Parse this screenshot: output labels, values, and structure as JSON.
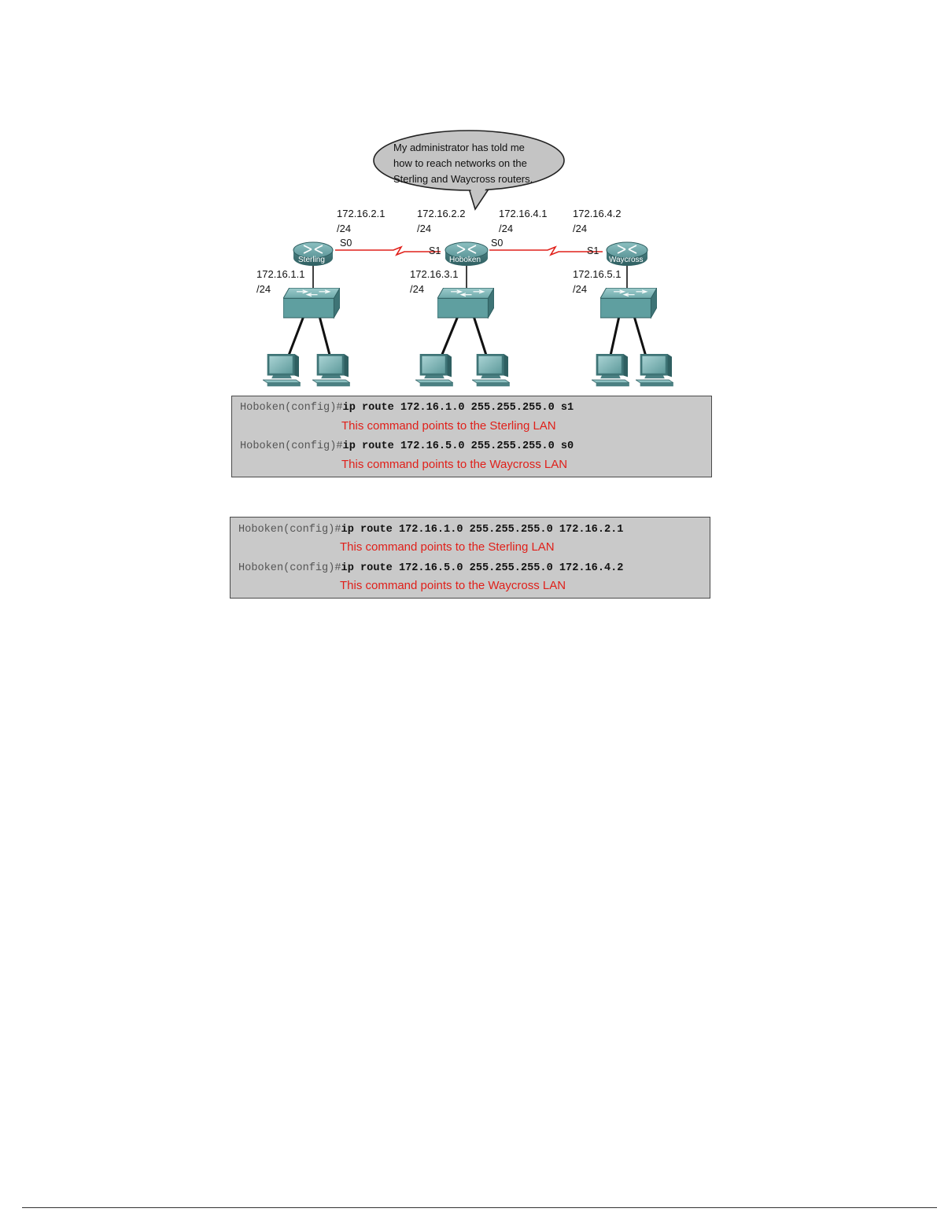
{
  "bubble": {
    "line1": "My administrator has told me",
    "line2": "how to reach networks on the",
    "line3": "Sterling and Waycross routers."
  },
  "routers": {
    "sterling": "Sterling",
    "hoboken": "Hoboken",
    "waycross": "Waycross"
  },
  "addresses": {
    "sterling_s0_ip": "172.16.2.1",
    "sterling_s0_mask": "/24",
    "hoboken_s1_ip": "172.16.2.2",
    "hoboken_s1_mask": "/24",
    "hoboken_s0_ip": "172.16.4.1",
    "hoboken_s0_mask": "/24",
    "waycross_s1_ip": "172.16.4.2",
    "waycross_s1_mask": "/24",
    "sterling_lan_ip": "172.16.1.1",
    "sterling_lan_mask": "/24",
    "hoboken_lan_ip": "172.16.3.1",
    "hoboken_lan_mask": "/24",
    "waycross_lan_ip": "172.16.5.1",
    "waycross_lan_mask": "/24"
  },
  "interfaces": {
    "sterling_s0": "S0",
    "hoboken_s1": "S1",
    "hoboken_s0": "S0",
    "waycross_s1": "S1"
  },
  "box1": {
    "cmd1_prompt": "Hoboken(config)#",
    "cmd1_command": "ip route 172.16.1.0 255.255.255.0 s1",
    "note1": "This command points to the Sterling LAN",
    "cmd2_prompt": "Hoboken(config)#",
    "cmd2_command": "ip route 172.16.5.0 255.255.255.0 s0",
    "note2": "This command points to the Waycross LAN"
  },
  "box2": {
    "cmd1_prompt": "Hoboken(config)#",
    "cmd1_command": "ip route 172.16.1.0 255.255.255.0 172.16.2.1",
    "note1": "This command points to the Sterling LAN",
    "cmd2_prompt": "Hoboken(config)#",
    "cmd2_command": "ip route 172.16.5.0 255.255.255.0 172.16.4.2",
    "note2": "This command points to the Waycross LAN"
  },
  "colors": {
    "serial_link": "#e0201a",
    "device_teal": "#5f9fa0",
    "note_red": "#e0201a",
    "box_bg": "#c9c9c9"
  }
}
